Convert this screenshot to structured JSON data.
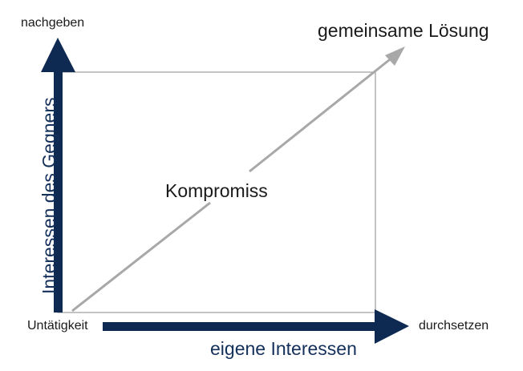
{
  "diagram": {
    "labels": {
      "top_left": "nachgeben",
      "top_right": "gemeinsame Lösung",
      "center": "Kompromiss",
      "bottom_left": "Untätigkeit",
      "bottom_right": "durchsetzen"
    },
    "axes": {
      "x_title": "eigene Interessen",
      "y_title": "Interessen des Gegners"
    },
    "colors": {
      "axis": "#0e2a52",
      "box": "#8a8a8a",
      "diagonal": "#a8a8a8",
      "text": "#1a1a1a"
    }
  }
}
